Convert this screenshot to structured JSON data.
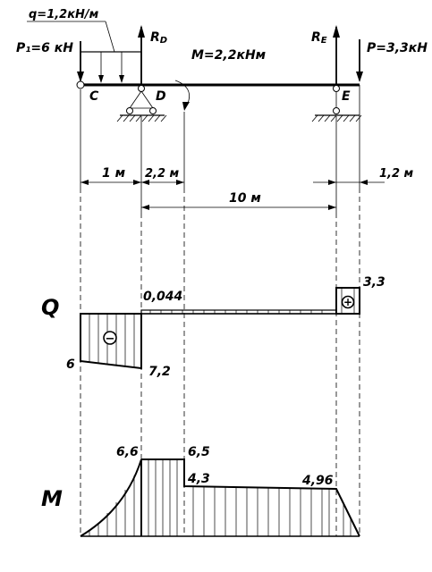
{
  "loads": {
    "q": "q=1,2кН/м",
    "p1": "P₁=6 кН",
    "rd_main": "R",
    "rd_sub": "D",
    "moment": "M=2,2кНм",
    "re_main": "R",
    "re_sub": "E",
    "p": "P=3,3кН"
  },
  "points": {
    "c": "C",
    "d": "D",
    "e": "E"
  },
  "dimensions": {
    "d1": "1 м",
    "d2": "2,2 м",
    "d3": "10 м",
    "d4": "1,2 м"
  },
  "shear_diagram": {
    "title": "Q",
    "v_left": "6",
    "v_before_d": "7,2",
    "v_after_d": "0,044",
    "v_e": "3,3",
    "neg_sign": "−",
    "pos_sign": "+"
  },
  "moment_diagram": {
    "title": "M",
    "m_d": "6,6",
    "m_before_moment": "6,5",
    "m_after_moment": "4,3",
    "m_e": "4,96"
  }
}
